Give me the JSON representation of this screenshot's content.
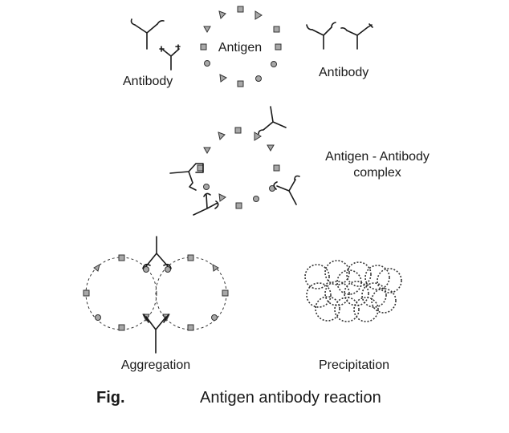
{
  "labels": {
    "antigen": "Antigen",
    "antibody_left": "Antibody",
    "antibody_right": "Antibody",
    "complex": "Antigen - Antibody\ncomplex",
    "aggregation": "Aggregation",
    "precipitation": "Precipitation"
  },
  "caption": {
    "prefix": "Fig.",
    "title": "Antigen antibody reaction"
  },
  "colors": {
    "antigen_fill": "#a8a8a8",
    "line": "#1a1a1a"
  }
}
